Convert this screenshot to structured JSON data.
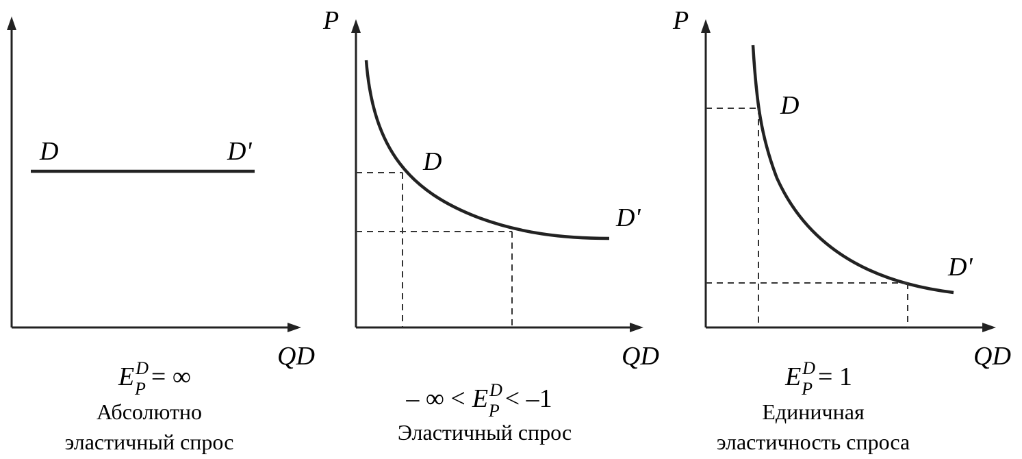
{
  "panels": [
    {
      "id": "perfectly-elastic",
      "y_axis_label": "",
      "x_axis_label": "QD",
      "curve_start_label": "D",
      "curve_end_label": "D'",
      "formula": {
        "prefix": "",
        "symbol": "E",
        "superscript": "D",
        "subscript": "P",
        "relation": "= ∞"
      },
      "caption_lines": [
        "Абсолютно",
        "эластичный спрос"
      ]
    },
    {
      "id": "elastic",
      "y_axis_label": "P",
      "x_axis_label": "QD",
      "curve_start_label": "D",
      "curve_end_label": "D'",
      "formula": {
        "prefix": "– ∞ <",
        "symbol": "E",
        "superscript": "D",
        "subscript": "P",
        "relation": "< –1"
      },
      "caption_lines": [
        "Эластичный спрос"
      ]
    },
    {
      "id": "unit-elastic",
      "y_axis_label": "P",
      "x_axis_label": "QD",
      "curve_start_label": "D",
      "curve_end_label": "D'",
      "formula": {
        "prefix": "",
        "symbol": "E",
        "superscript": "D",
        "subscript": "P",
        "relation": "= 1"
      },
      "caption_lines": [
        "Единичная",
        "эластичность спроса"
      ]
    }
  ],
  "colors": {
    "ink": "#222222",
    "background": "#ffffff"
  }
}
